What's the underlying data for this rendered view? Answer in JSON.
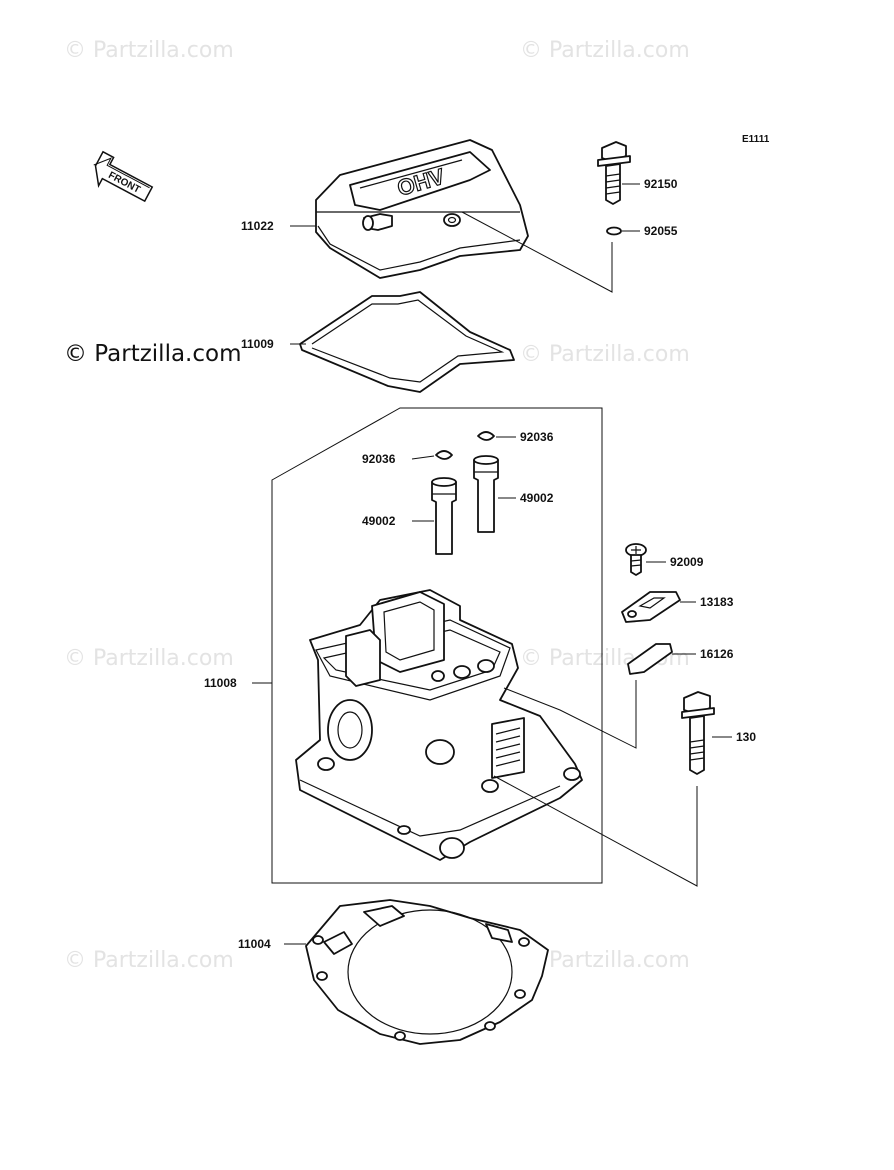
{
  "diagram_code": "E1111",
  "front_label": "FRONT",
  "cover_text": "OHV",
  "watermarks": {
    "main": "© Partzilla.com",
    "faint": "© Partzilla.com"
  },
  "parts": {
    "p11022": "11022",
    "p11009": "11009",
    "p92150": "92150",
    "p92055": "92055",
    "p92036a": "92036",
    "p92036b": "92036",
    "p49002a": "49002",
    "p49002b": "49002",
    "p92009": "92009",
    "p13183": "13183",
    "p16126": "16126",
    "p11008": "11008",
    "p130": "130",
    "p11004": "11004"
  }
}
